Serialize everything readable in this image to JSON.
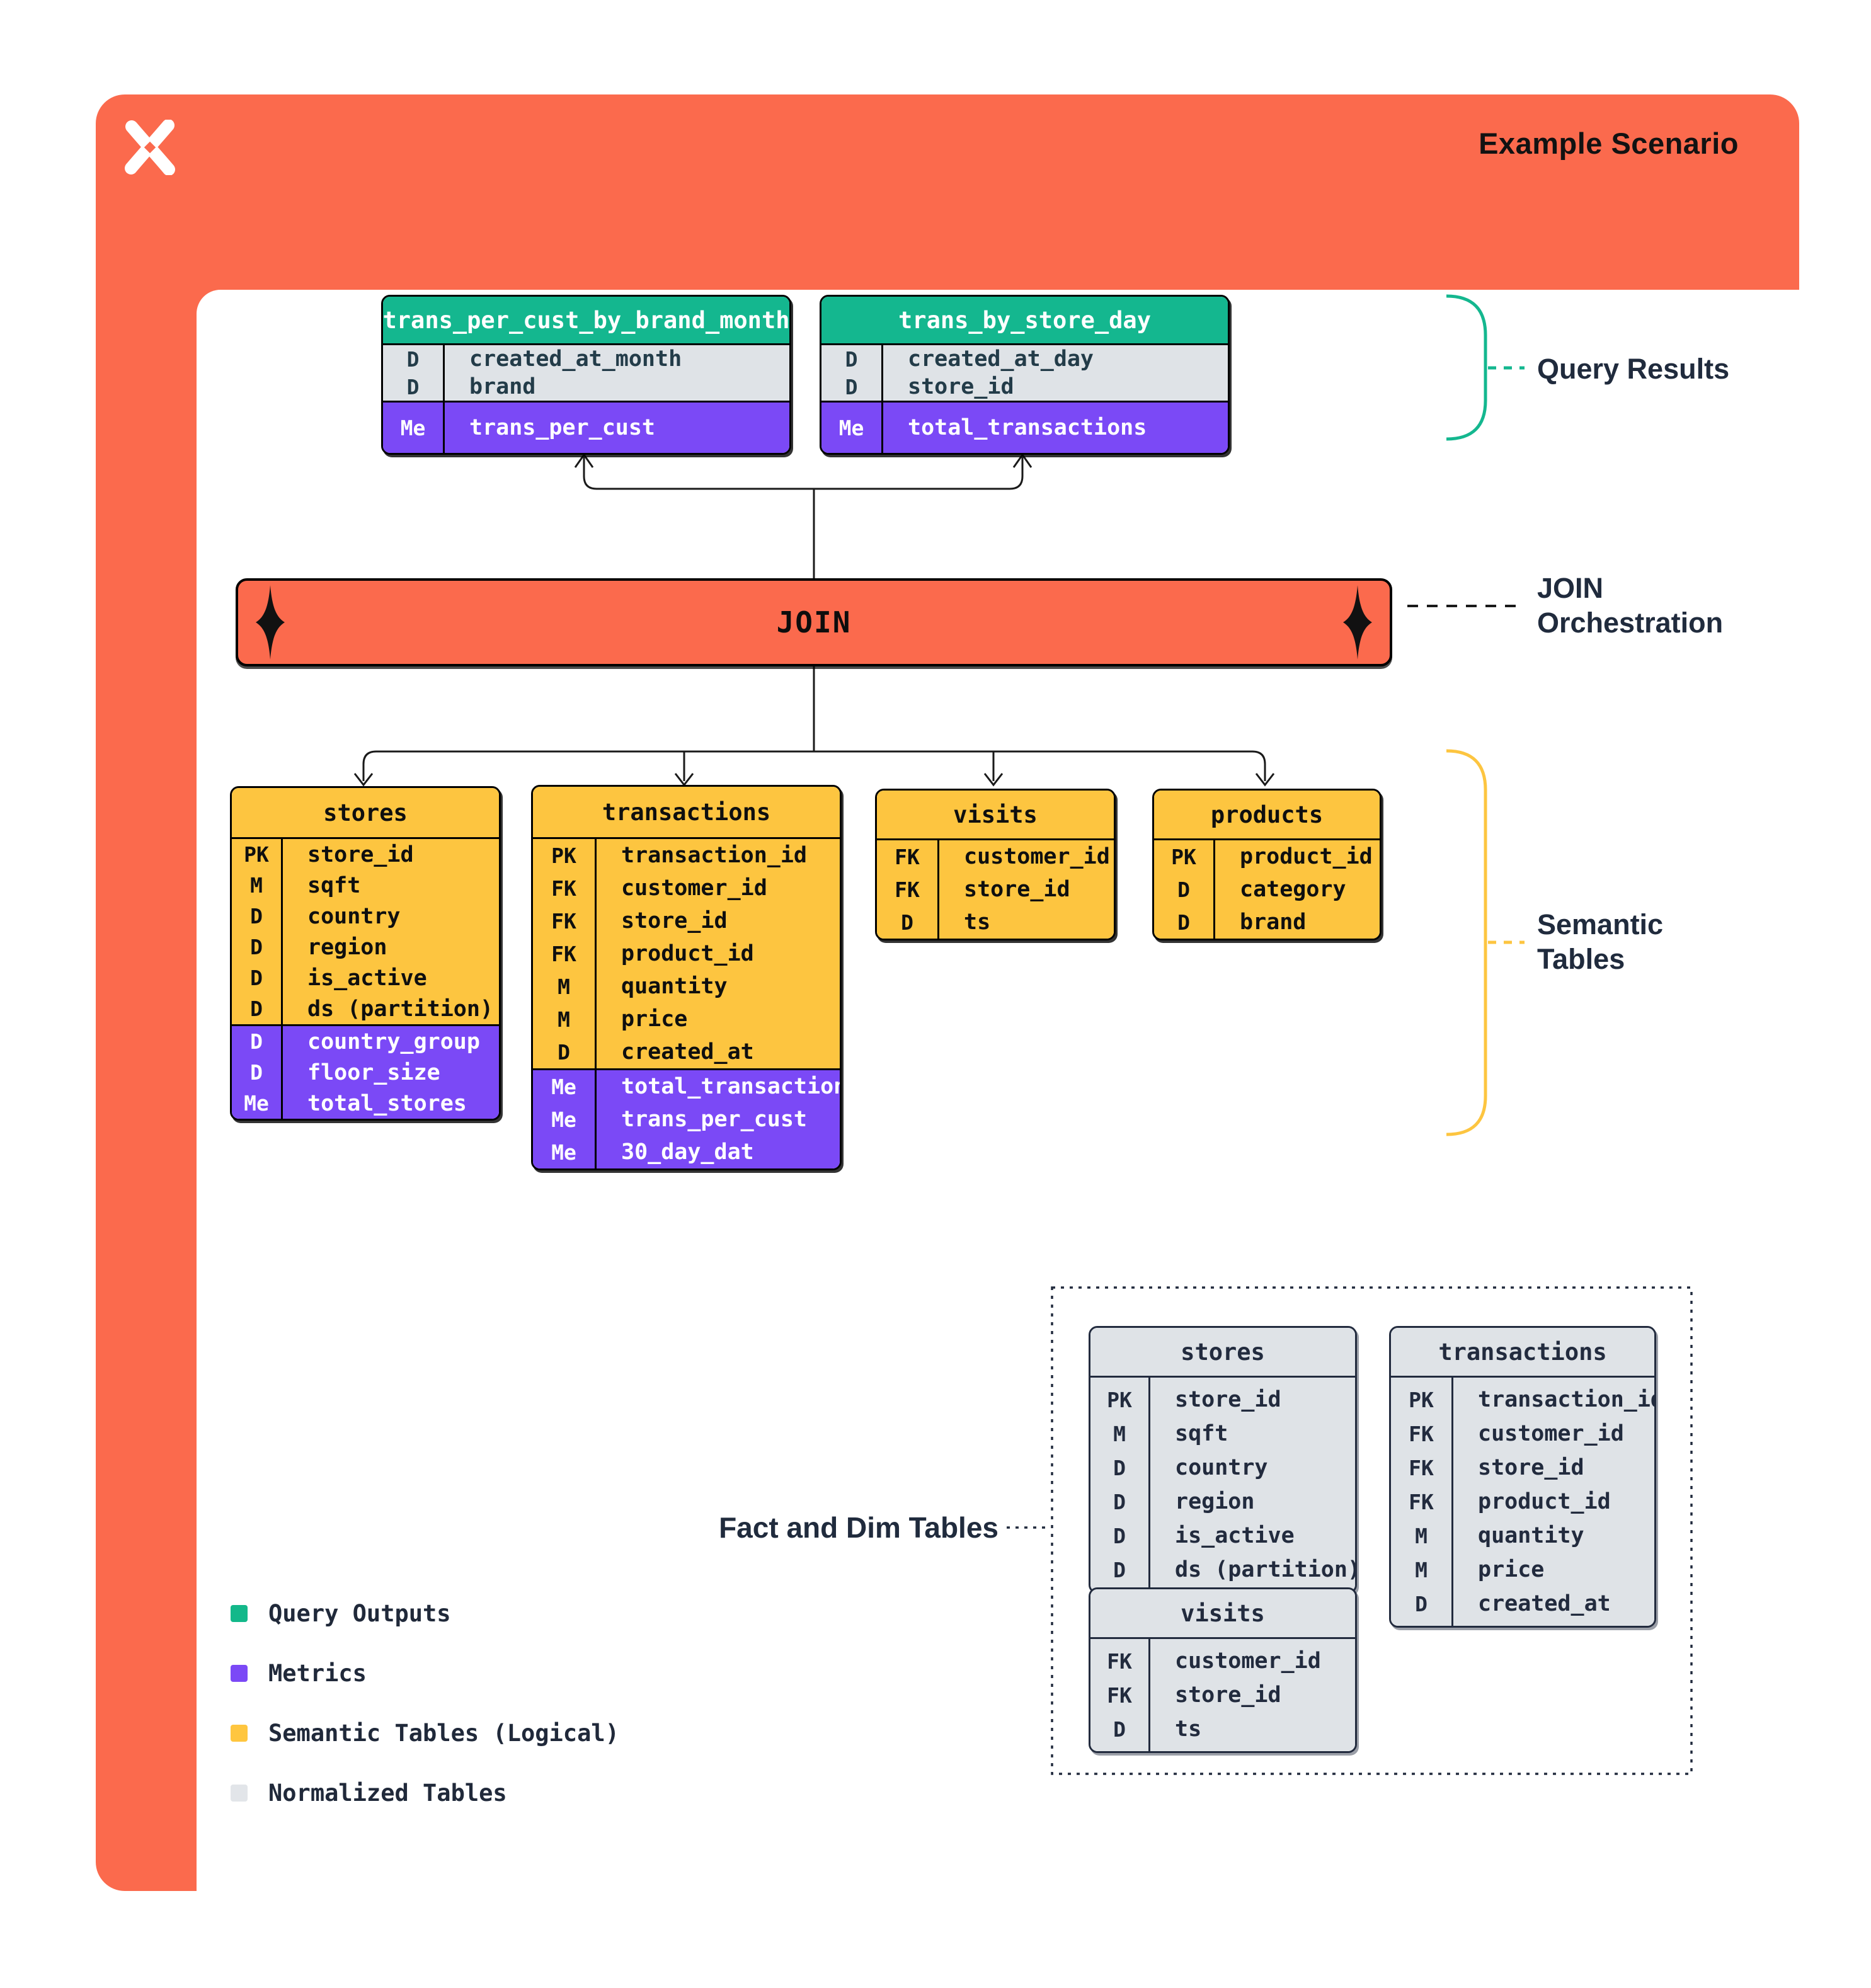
{
  "header": {
    "title": "Example Scenario"
  },
  "join": {
    "label": "JOIN"
  },
  "annotations": {
    "query_results": "Query Results",
    "join_orchestration_line1": "JOIN",
    "join_orchestration_line2": "Orchestration",
    "semantic_line1": "Semantic",
    "semantic_line2": "Tables",
    "fact_dim": "Fact and Dim Tables"
  },
  "query_tables": [
    {
      "name": "trans_per_cust_by_brand_month",
      "dims": [
        {
          "badge": "D",
          "field": "created_at_month"
        },
        {
          "badge": "D",
          "field": "brand"
        }
      ],
      "metrics": [
        {
          "badge": "Me",
          "field": "trans_per_cust"
        }
      ]
    },
    {
      "name": "trans_by_store_day",
      "dims": [
        {
          "badge": "D",
          "field": "created_at_day"
        },
        {
          "badge": "D",
          "field": "store_id"
        }
      ],
      "metrics": [
        {
          "badge": "Me",
          "field": "total_transactions"
        }
      ]
    }
  ],
  "semantic_tables": [
    {
      "name": "stores",
      "dims": [
        {
          "badge": "PK",
          "field": "store_id"
        },
        {
          "badge": "M",
          "field": "sqft"
        },
        {
          "badge": "D",
          "field": "country"
        },
        {
          "badge": "D",
          "field": "region"
        },
        {
          "badge": "D",
          "field": "is_active"
        },
        {
          "badge": "D",
          "field": "ds (partition)"
        }
      ],
      "metrics": [
        {
          "badge": "D",
          "field": "country_group"
        },
        {
          "badge": "D",
          "field": "floor_size"
        },
        {
          "badge": "Me",
          "field": "total_stores"
        }
      ]
    },
    {
      "name": "transactions",
      "dims": [
        {
          "badge": "PK",
          "field": "transaction_id"
        },
        {
          "badge": "FK",
          "field": "customer_id"
        },
        {
          "badge": "FK",
          "field": "store_id"
        },
        {
          "badge": "FK",
          "field": "product_id"
        },
        {
          "badge": "M",
          "field": "quantity"
        },
        {
          "badge": "M",
          "field": "price"
        },
        {
          "badge": "D",
          "field": "created_at"
        }
      ],
      "metrics": [
        {
          "badge": "Me",
          "field": "total_transactions"
        },
        {
          "badge": "Me",
          "field": "trans_per_cust"
        },
        {
          "badge": "Me",
          "field": "30_day_dat"
        }
      ]
    },
    {
      "name": "visits",
      "dims": [
        {
          "badge": "FK",
          "field": "customer_id"
        },
        {
          "badge": "FK",
          "field": "store_id"
        },
        {
          "badge": "D",
          "field": "ts"
        }
      ],
      "metrics": []
    },
    {
      "name": "products",
      "dims": [
        {
          "badge": "PK",
          "field": "product_id"
        },
        {
          "badge": "D",
          "field": "category"
        },
        {
          "badge": "D",
          "field": "brand"
        }
      ],
      "metrics": []
    }
  ],
  "normalized_tables": [
    {
      "name": "stores",
      "dims": [
        {
          "badge": "PK",
          "field": "store_id"
        },
        {
          "badge": "M",
          "field": "sqft"
        },
        {
          "badge": "D",
          "field": "country"
        },
        {
          "badge": "D",
          "field": "region"
        },
        {
          "badge": "D",
          "field": "is_active"
        },
        {
          "badge": "D",
          "field": "ds (partition)"
        }
      ],
      "metrics": []
    },
    {
      "name": "transactions",
      "dims": [
        {
          "badge": "PK",
          "field": "transaction_id"
        },
        {
          "badge": "FK",
          "field": "customer_id"
        },
        {
          "badge": "FK",
          "field": "store_id"
        },
        {
          "badge": "FK",
          "field": "product_id"
        },
        {
          "badge": "M",
          "field": "quantity"
        },
        {
          "badge": "M",
          "field": "price"
        },
        {
          "badge": "D",
          "field": "created_at"
        }
      ],
      "metrics": []
    },
    {
      "name": "visits",
      "dims": [
        {
          "badge": "FK",
          "field": "customer_id"
        },
        {
          "badge": "FK",
          "field": "store_id"
        },
        {
          "badge": "D",
          "field": "ts"
        }
      ],
      "metrics": []
    }
  ],
  "legend": [
    {
      "label": "Query Outputs",
      "color": "#13B88A"
    },
    {
      "label": "Metrics",
      "color": "#7B49F6"
    },
    {
      "label": "Semantic Tables (Logical)",
      "color": "#FFC63F"
    },
    {
      "label": "Normalized Tables",
      "color": "#E2E5E9"
    }
  ],
  "colors": {
    "orange": "#FB6A4D",
    "green": "#14B78F",
    "purple": "#7B49F6",
    "yellow": "#FDC540",
    "gray": "#DFE3E7",
    "navy": "#222B3E",
    "line": "#1A1A1A"
  }
}
